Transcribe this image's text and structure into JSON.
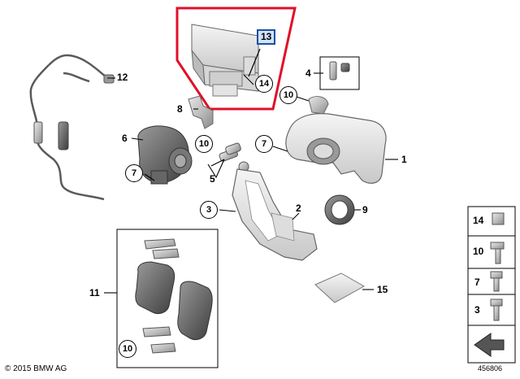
{
  "labels": {
    "l1": "1",
    "l2": "2",
    "l3": "3",
    "l4": "4",
    "l5": "5",
    "l6": "6",
    "l7a": "7",
    "l7b": "7",
    "l8": "8",
    "l9": "9",
    "l10a": "10",
    "l10b": "10",
    "l10c": "10",
    "l11": "11",
    "l12": "12",
    "l13": "13",
    "l14": "14",
    "l15": "15"
  },
  "legend": {
    "items": [
      "14",
      "10",
      "7",
      "3"
    ]
  },
  "footer": {
    "copyright": "© 2015 BMW AG",
    "image_id": "456806"
  },
  "colors": {
    "highlight_frame": "#e0102a",
    "highlight_label_bg": "#cfe2f7",
    "highlight_label_border": "#1e4fa0"
  }
}
